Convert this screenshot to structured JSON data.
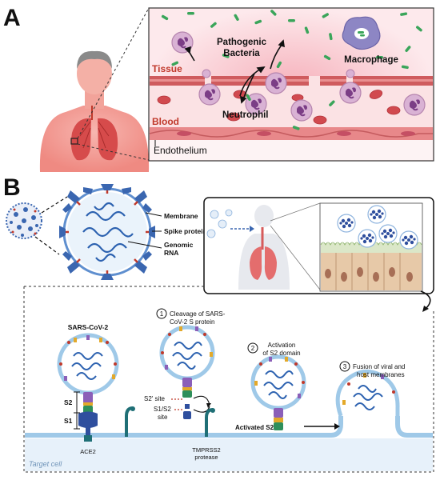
{
  "panel_a": {
    "letter": "A",
    "labels": {
      "bacteria": [
        "Pathogenic",
        "Bacteria"
      ],
      "macrophage": "Macrophage",
      "tissue": "Tissue",
      "neutrophil": "Neutrophil",
      "blood": "Blood",
      "endothelium": "Endothelium"
    }
  },
  "panel_b": {
    "letter": "B",
    "virion_labels": {
      "membrane": "Membrane",
      "spike": "Spike protein",
      "rna": [
        "Genomic",
        "RNA"
      ]
    },
    "mechanism": {
      "virus_title": "SARS-CoV-2",
      "s2": "S2",
      "s1": "S1",
      "ace2": "ACE2",
      "step1": {
        "num": "1",
        "lines": [
          "Cleavage of SARS-",
          "CoV-2 S protein"
        ]
      },
      "s2_prime": "S2' site",
      "s1s2_site": [
        "S1/S2",
        "site"
      ],
      "tmprss2": [
        "TMPRSS2",
        "protease"
      ],
      "step2": {
        "num": "2",
        "lines": [
          "Activation",
          "of S2 domain"
        ]
      },
      "activated_s2": "Activated S2",
      "step3": {
        "num": "3",
        "lines": [
          "Fusion of viral and",
          "host membranes"
        ]
      },
      "target_cell": "Target cell"
    }
  },
  "colors": {
    "tissue_label": "#c0392b",
    "blood_label": "#c0392b",
    "spike_blue": "#3a66b0",
    "membrane_blue": "#9fc9e8",
    "cell_pink": "#f4c6cf",
    "bacteria_green": "#3aa55a"
  }
}
